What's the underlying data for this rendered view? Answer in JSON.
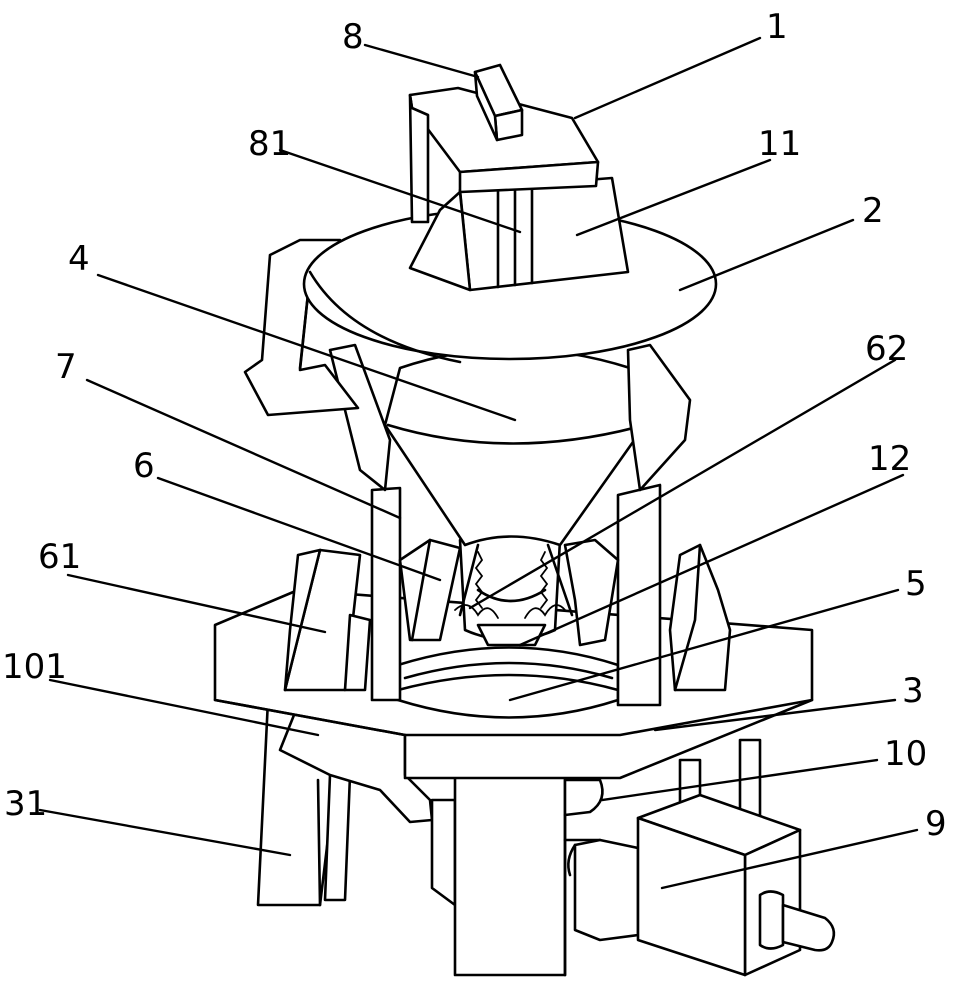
{
  "diagram": {
    "labels": {
      "l1": "1",
      "l2": "2",
      "l3": "3",
      "l4": "4",
      "l5": "5",
      "l6": "6",
      "l7": "7",
      "l8": "8",
      "l9": "9",
      "l10": "10",
      "l11": "11",
      "l12": "12",
      "l31": "31",
      "l61": "61",
      "l62": "62",
      "l81": "81",
      "l101": "101"
    }
  }
}
